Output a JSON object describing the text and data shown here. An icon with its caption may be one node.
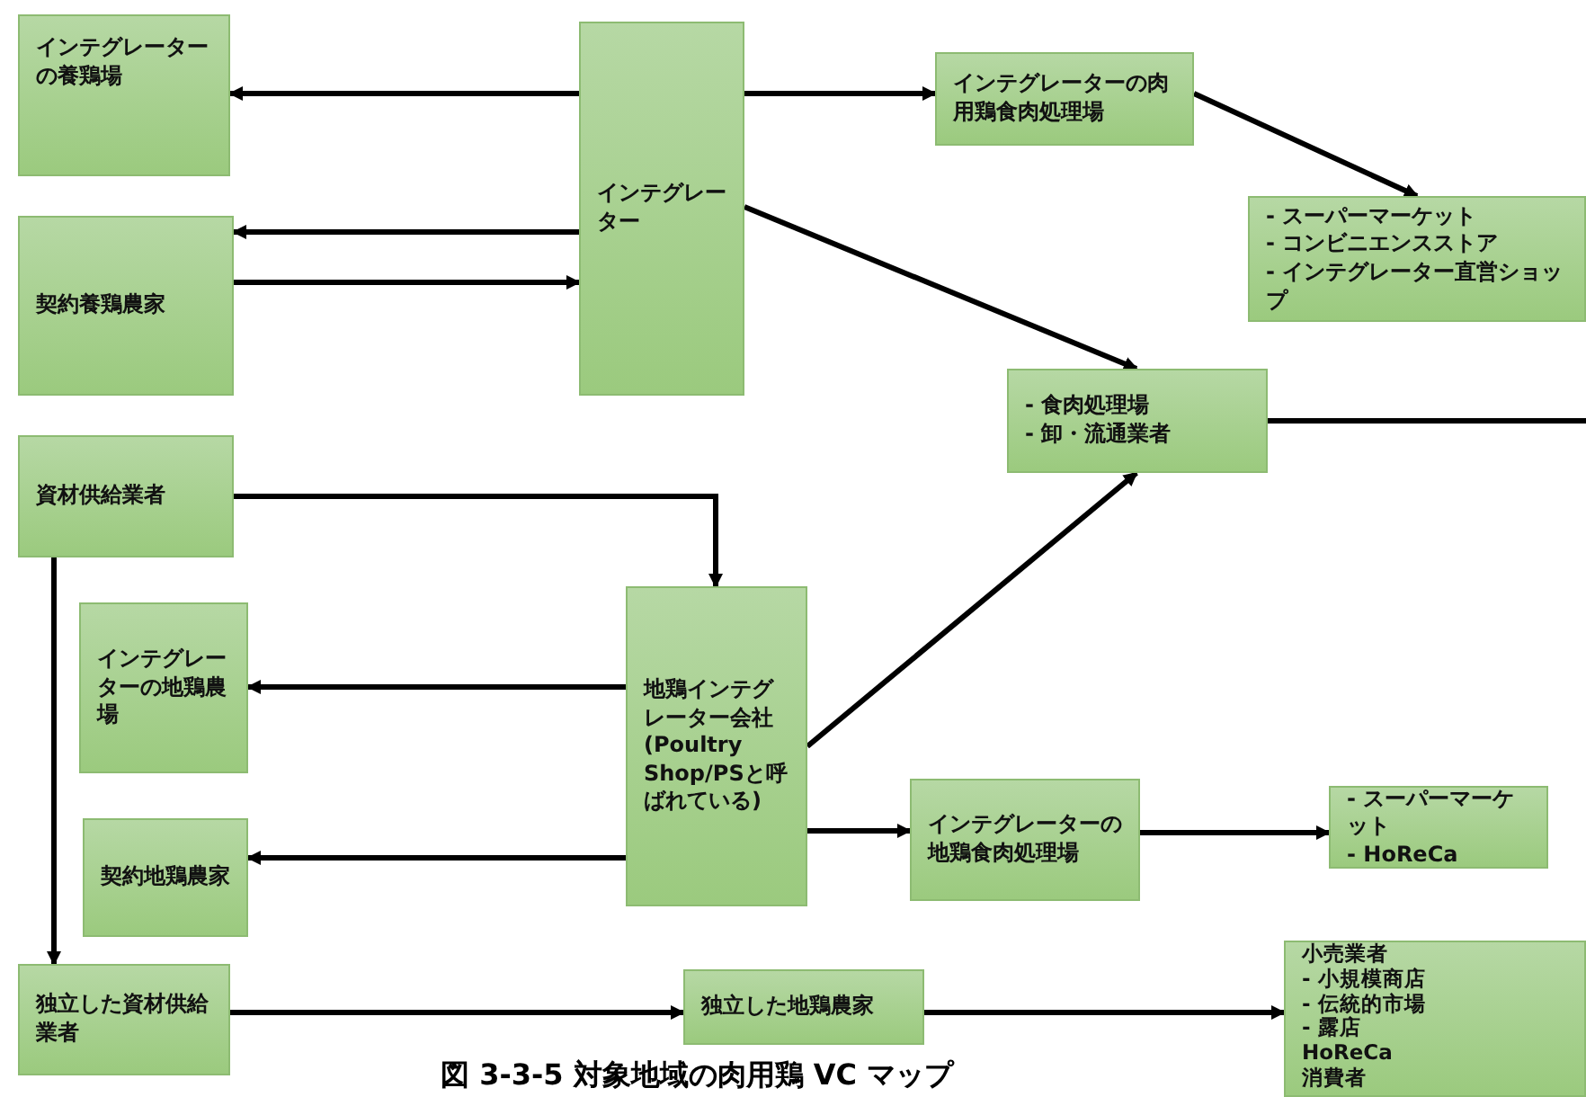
{
  "diagram": {
    "caption": "図 3-3-5 対象地域の肉用鶏 VC マップ",
    "nodes": [
      {
        "text": [
          "インテグレーターの養鶏場"
        ]
      },
      {
        "text": [
          "契約養鶏農家"
        ]
      },
      {
        "text": [
          "インテグレーター"
        ]
      },
      {
        "text": [
          "インテグレーターの肉用鶏食肉処理場"
        ]
      },
      {
        "text": [
          "- スーパーマーケット",
          "- コンビニエンスストア",
          "- インテグレーター直営ショップ"
        ]
      },
      {
        "text": [
          "- 食肉処理場",
          "- 卸・流通業者"
        ]
      },
      {
        "text": [
          "資材供給業者"
        ]
      },
      {
        "text": [
          "インテグレーターの地鶏農場"
        ]
      },
      {
        "text": [
          "地鶏インテグレーター会社(Poultry Shop/PSと呼ばれている)"
        ]
      },
      {
        "text": [
          "契約地鶏農家"
        ]
      },
      {
        "text": [
          "インテグレーターの地鶏食肉処理場"
        ]
      },
      {
        "text": [
          "- スーパーマーケット",
          "- HoReCa"
        ]
      },
      {
        "text": [
          "独立した資材供給業者"
        ]
      },
      {
        "text": [
          "独立した地鶏農家"
        ]
      },
      {
        "text": [
          "小売業者",
          "- 小規模商店",
          "- 伝統的市場",
          "- 露店",
          "HoReCa",
          "消費者"
        ]
      }
    ],
    "edges": [
      {
        "from": 2,
        "to": 0,
        "arrow": "to"
      },
      {
        "from": 2,
        "to": 3,
        "arrow": "to"
      },
      {
        "from": 2,
        "to": 1,
        "arrow": "to"
      },
      {
        "from": 1,
        "to": 2,
        "arrow": "to"
      },
      {
        "from": 3,
        "to": 4,
        "arrow": "to"
      },
      {
        "from": 2,
        "to": 5,
        "arrow": "to"
      },
      {
        "from": 5,
        "to": null,
        "arrow": "none"
      },
      {
        "from": 6,
        "to": 8,
        "arrow": "to"
      },
      {
        "from": 6,
        "to": 12,
        "arrow": "to"
      },
      {
        "from": 8,
        "to": 7,
        "arrow": "to"
      },
      {
        "from": 8,
        "to": 9,
        "arrow": "to"
      },
      {
        "from": 8,
        "to": 5,
        "arrow": "to"
      },
      {
        "from": 8,
        "to": 10,
        "arrow": "to"
      },
      {
        "from": 10,
        "to": 11,
        "arrow": "to"
      },
      {
        "from": 12,
        "to": 13,
        "arrow": "to"
      },
      {
        "from": 13,
        "to": 14,
        "arrow": "to"
      }
    ]
  }
}
